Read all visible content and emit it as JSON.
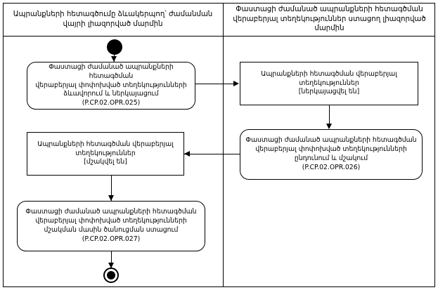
{
  "diagram": {
    "type": "uml-activity-diagram",
    "colors": {
      "stroke": "#000000",
      "background": "#ffffff",
      "node_fill": "#ffffff"
    },
    "lanes": [
      {
        "id": "lane-left",
        "header": "Ապրանքների հետագծումը ձևակերպող՝ ժամանման վայրի լիազորված մարմին"
      },
      {
        "id": "lane-right",
        "header": "Փաստացի ժամանած ապրանքների հետագծման վերաբերյալ տեղեկություններ ստացող լիազորված մարմին"
      }
    ],
    "nodes": {
      "start": {
        "label": "start-node"
      },
      "end": {
        "label": "end-node"
      },
      "opr025": {
        "line1": "Փաստացի ժամանած ապրանքների հետագծման",
        "line2": "վերաբերյալ փոփոխված տեղեկությունների",
        "line3": "ձևավորում և ներկայացում",
        "code": "(P.CP.02.OPR.025)"
      },
      "state_right": {
        "line1": "Ապրանքների հետագծման վերաբերյալ",
        "line2": "տեղեկություններ",
        "line3": "[ներկայացվել են]"
      },
      "opr026": {
        "line1": "Փաստացի ժամանած ապրանքների հետագծման",
        "line2": "վերաբերյալ փոփոխված տեղեկությունների",
        "line3": "ընդունում և մշակում",
        "code": "(P.CP.02.OPR.026)"
      },
      "state_left": {
        "line1": "Ապրանքների հետագծման վերաբերյալ",
        "line2": "տեղեկություններ",
        "line3": "[մշակվել են]"
      },
      "opr027": {
        "line1": "Փաստացի ժամանած ապրանքների հետագծման",
        "line2": "վերաբերյալ փոփոխված տեղեկությունների",
        "line3": "մշակման մասին ծանուցման ստացում",
        "code": "(P.CP.02.OPR.027)"
      }
    },
    "edges": [
      {
        "from": "start",
        "to": "opr025",
        "direction": "down"
      },
      {
        "from": "opr025",
        "to": "state_right",
        "direction": "right"
      },
      {
        "from": "state_right",
        "to": "opr026",
        "direction": "down"
      },
      {
        "from": "opr026",
        "to": "state_left",
        "direction": "left"
      },
      {
        "from": "state_left",
        "to": "opr027",
        "direction": "down"
      },
      {
        "from": "opr027",
        "to": "end",
        "direction": "down"
      }
    ]
  }
}
